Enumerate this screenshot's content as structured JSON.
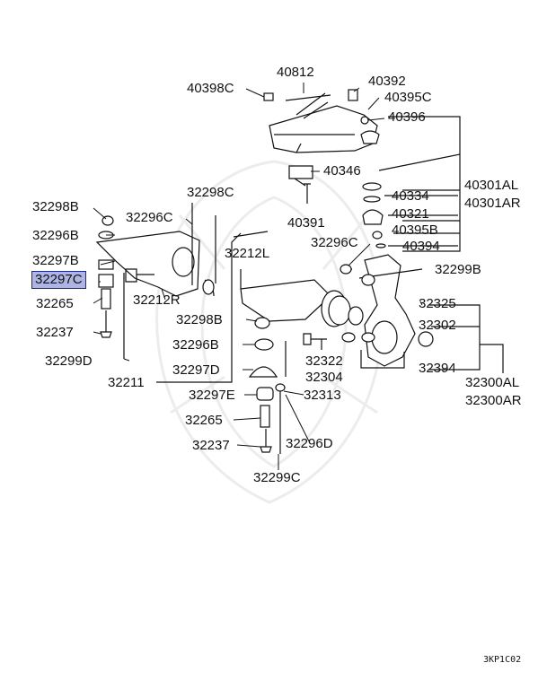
{
  "diagram": {
    "drawing_code": "3KP1C02",
    "highlighted_part": "32297C",
    "part_labels": {
      "p40812": "40812",
      "p40398C": "40398C",
      "p40392": "40392",
      "p40395C": "40395C",
      "p40396": "40396",
      "p40346": "40346",
      "p40301AL": "40301AL",
      "p40301AR": "40301AR",
      "p40334": "40334",
      "p40321": "40321",
      "p40395B": "40395B",
      "p40394": "40394",
      "p40391": "40391",
      "p32298C": "32298C",
      "p32298B_top": "32298B",
      "p32296C_left": "32296C",
      "p32296B_top": "32296B",
      "p32297B": "32297B",
      "p32297C": "32297C",
      "p32265_left": "32265",
      "p32237_left": "32237",
      "p32299D": "32299D",
      "p32212R": "32212R",
      "p32212L": "32212L",
      "p32296C_right": "32296C",
      "p32299B": "32299B",
      "p32325": "32325",
      "p32302": "32302",
      "p32298B_mid": "32298B",
      "p32296B_mid": "32296B",
      "p32322": "32322",
      "p32304": "32304",
      "p32394": "32394",
      "p32297D": "32297D",
      "p32211": "32211",
      "p32297E": "32297E",
      "p32313": "32313",
      "p32300AL": "32300AL",
      "p32300AR": "32300AR",
      "p32265_bottom": "32265",
      "p32296D": "32296D",
      "p32237_bottom": "32237",
      "p32299C": "32299C"
    }
  }
}
